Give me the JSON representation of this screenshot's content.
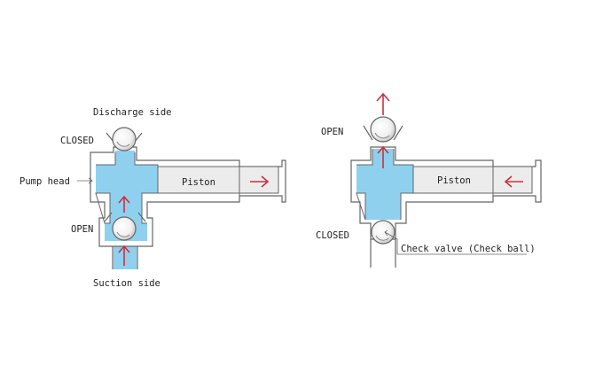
{
  "colors": {
    "fluid": "#8fd0ee",
    "outline": "#666666",
    "piston_fill": "#ececec",
    "arrow": "#c8323f",
    "text": "#222222"
  },
  "left": {
    "discharge_label": "Discharge side",
    "closed_label": "CLOSED",
    "pump_head_label": "Pump head",
    "open_label": "OPEN",
    "suction_label": "Suction side",
    "piston_label": "Piston"
  },
  "right": {
    "open_label": "OPEN",
    "closed_label": "CLOSED",
    "piston_label": "Piston",
    "check_valve_label": "Check valve (Check ball)"
  }
}
